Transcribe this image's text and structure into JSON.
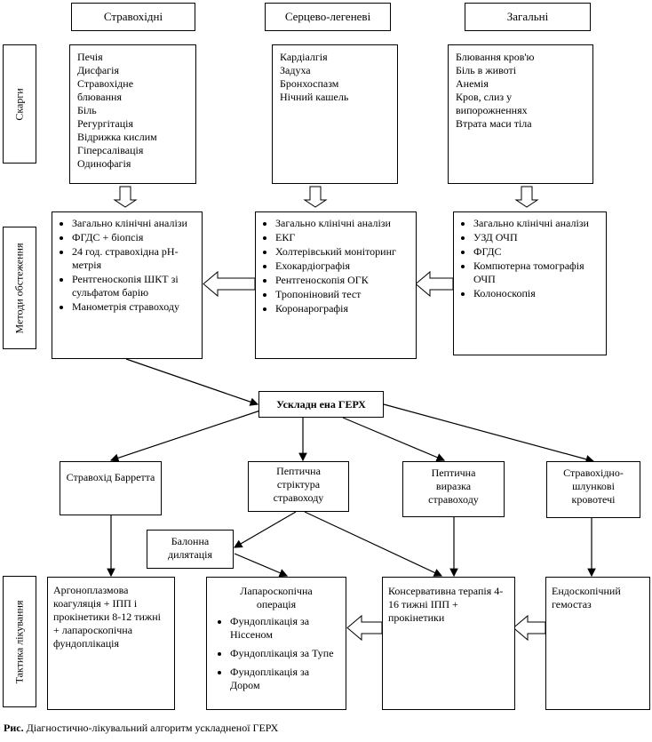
{
  "columns": {
    "esophageal": "Стравохідні",
    "cardiopulmonary": "Серцево-легеневі",
    "general": "Загальні"
  },
  "row_labels": {
    "complaints": "Скарги",
    "methods": "Методи обстеження",
    "tactics": "Тактика лікування"
  },
  "complaints": {
    "esophageal": [
      "Печія",
      "Дисфагія",
      "Стравохідне",
      "блювання",
      "Біль",
      "Регургітація",
      "Відрижка кислим",
      "Гіперсалівація",
      "Одинофагія"
    ],
    "cardiopulmonary": [
      "Кардіалгія",
      "Задуха",
      "Бронхоспазм",
      "Нічний кашель"
    ],
    "general": [
      "Блювання кров'ю",
      "Біль в животі",
      "Анемія",
      "Кров, слиз у",
      "випорожненнях",
      "Втрата маси тіла"
    ]
  },
  "methods": {
    "esophageal": [
      "Загально клінічні аналізи",
      "ФГДС + біопсія",
      "24 год. стравохідна pH-метрія",
      "Рентгеноскопія ШКТ зі сульфатом барію",
      "Манометрія стравоходу"
    ],
    "cardiopulmonary": [
      "Загально клінічні аналізи",
      "ЕКГ",
      "Холтерівський моніторинг",
      "Ехокардіографія",
      "Рентгеноскопія ОГК",
      "Тропоніновий тест",
      "Коронарографія"
    ],
    "general": [
      "Загально клінічні аналізи",
      "УЗД ОЧП",
      "ФГДС",
      "Компютерна томографія ОЧП",
      "Колоноскопія"
    ]
  },
  "complicated": "Ускладн ена ГЕРХ",
  "complications": {
    "barrett": "Стравохід Барретта",
    "stricture": "Пептична стріктура стравоходу",
    "ulcer": "Пептична виразка стравоходу",
    "bleeding": "Стравохідно-шлункові кровотечі"
  },
  "balloon": "Балонна дилятація",
  "treatment": {
    "argon": "Аргоноплазмова коагуляція + ІПП і прокінетики 8-12 тижні + лапароскопічна фундоплікація",
    "laparoscopic_title": "Лапароскопічна операція",
    "laparoscopic_items": [
      "Фундоплікація за Ніссеном",
      "Фундоплікація за Тупе",
      "Фундоплікація за Дором"
    ],
    "conservative": "Консервативна терапія 4-16 тижні ІПП + прокінетики",
    "endoscopic": "Ендоскопічний гемостаз"
  },
  "caption": {
    "prefix": "Рис.",
    "text": "Діагностично-лікувальний алгоритм ускладненої ГЕРХ"
  }
}
